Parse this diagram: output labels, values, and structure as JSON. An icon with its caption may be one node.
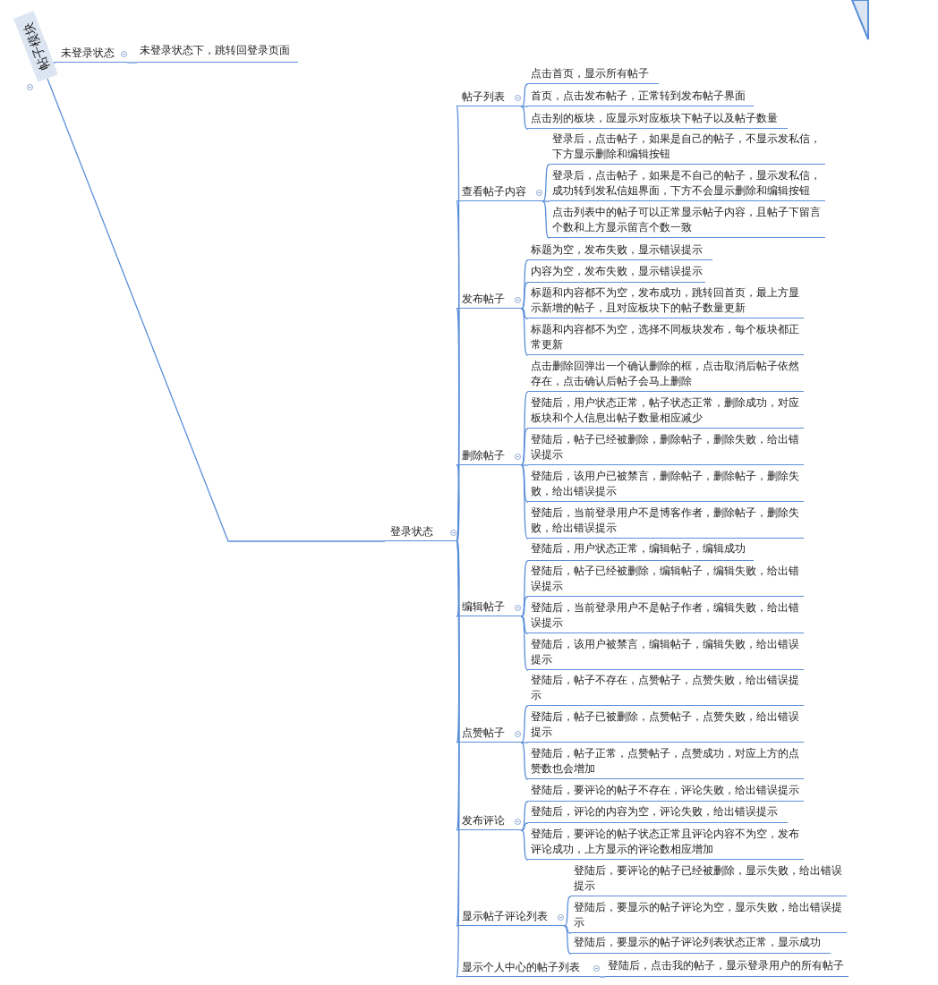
{
  "diagram": {
    "nodes": [
      {
        "text": [
          "帖子模块"
        ]
      },
      {
        "text": [
          "未登录状态"
        ]
      },
      {
        "text": [
          "未登录状态下，跳转回登录页面"
        ]
      },
      {
        "text": [
          "登录状态"
        ]
      },
      {
        "text": [
          "帖子列表"
        ]
      },
      {
        "text": [
          "点击首页，显示所有帖子"
        ]
      },
      {
        "text": [
          "首页，点击发布帖子，正常转到发布帖子界面"
        ]
      },
      {
        "text": [
          "点击别的板块，应显示对应板块下帖子以及帖子数量"
        ]
      },
      {
        "text": [
          "查看帖子内容"
        ]
      },
      {
        "text": [
          "登录后，点击帖子，如果是自己的帖子，不显示发私信，下方显示删除和编辑按钮"
        ]
      },
      {
        "text": [
          "登录后，点击帖子，如果是不自己的帖子，显示发私信，成功转到发私信姐界面，下方不会显示删除和编辑按钮"
        ]
      },
      {
        "text": [
          "点击列表中的帖子可以正常显示帖子内容，且帖子下留言个数和上方显示留言个数一致"
        ]
      },
      {
        "text": [
          "发布帖子"
        ]
      },
      {
        "text": [
          "标题为空，发布失败，显示错误提示"
        ]
      },
      {
        "text": [
          "内容为空，发布失败，显示错误提示"
        ]
      },
      {
        "text": [
          "标题和内容都不为空，发布成功，跳转回首页，最上方显示新增的帖子，且对应板块下的帖子数量更新"
        ]
      },
      {
        "text": [
          "标题和内容都不为空，选择不同板块发布，每个板块都正常更新"
        ]
      },
      {
        "text": [
          "删除帖子"
        ]
      },
      {
        "text": [
          "点击删除回弹出一个确认删除的框，点击取消后帖子依然存在，点击确认后帖子会马上删除"
        ]
      },
      {
        "text": [
          "登陆后，用户状态正常，帖子状态正常，删除成功，对应板块和个人信息出帖子数量相应减少"
        ]
      },
      {
        "text": [
          "登陆后，帖子已经被删除，删除帖子，删除失败，给出错误提示"
        ]
      },
      {
        "text": [
          "登陆后，该用户已被禁言，删除帖子，删除帖子，删除失败，给出错误提示"
        ]
      },
      {
        "text": [
          "登陆后，当前登录用户不是博客作者，删除帖子，删除失败，给出错误提示"
        ]
      },
      {
        "text": [
          "编辑帖子"
        ]
      },
      {
        "text": [
          "登陆后，用户状态正常，编辑帖子，编辑成功"
        ]
      },
      {
        "text": [
          "登陆后，帖子已经被删除，编辑帖子，编辑失败，给出错误提示"
        ]
      },
      {
        "text": [
          "登陆后，当前登录用户不是帖子作者，编辑失败，给出错误提示"
        ]
      },
      {
        "text": [
          "登陆后，该用户被禁言，编辑帖子，编辑失败，给出错误提示"
        ]
      },
      {
        "text": [
          "点赞帖子"
        ]
      },
      {
        "text": [
          "登陆后，帖子不存在，点赞帖子，点赞失败，给出错误提示"
        ]
      },
      {
        "text": [
          "登陆后，帖子已被删除，点赞帖子，点赞失败，给出错误提示"
        ]
      },
      {
        "text": [
          "登陆后，帖子正常，点赞帖子，点赞成功，对应上方的点赞数也会增加"
        ]
      },
      {
        "text": [
          "发布评论"
        ]
      },
      {
        "text": [
          "登陆后，要评论的帖子不存在，评论失败，给出错误提示"
        ]
      },
      {
        "text": [
          "登陆后，评论的内容为空，评论失败，给出错误提示"
        ]
      },
      {
        "text": [
          "登陆后，要评论的帖子状态正常且评论内容不为空，发布评论成功，上方显示的评论数相应增加"
        ]
      },
      {
        "text": [
          "显示帖子评论列表"
        ]
      },
      {
        "text": [
          "登陆后，要评论的帖子已经被删除，显示失败，给出错误提示"
        ]
      },
      {
        "text": [
          "登陆后，要显示的帖子评论为空，显示失败，给出错误提示"
        ]
      },
      {
        "text": [
          "登陆后，要显示的帖子评论列表状态正常，显示成功"
        ]
      },
      {
        "text": [
          "显示个人中心的帖子列表"
        ]
      },
      {
        "text": [
          "登陆后，点击我的帖子，显示登录用户的所有帖子"
        ]
      }
    ],
    "edges": [
      {
        "from": 0,
        "to": 1,
        "arrow": "none"
      },
      {
        "from": 1,
        "to": 2,
        "arrow": "none"
      },
      {
        "from": 0,
        "to": 3,
        "arrow": "none"
      },
      {
        "from": 3,
        "to": 4,
        "arrow": "none"
      },
      {
        "from": 4,
        "to": 5,
        "arrow": "none"
      },
      {
        "from": 4,
        "to": 6,
        "arrow": "none"
      },
      {
        "from": 4,
        "to": 7,
        "arrow": "none"
      },
      {
        "from": 3,
        "to": 8,
        "arrow": "none"
      },
      {
        "from": 8,
        "to": 9,
        "arrow": "none"
      },
      {
        "from": 8,
        "to": 10,
        "arrow": "none"
      },
      {
        "from": 8,
        "to": 11,
        "arrow": "none"
      },
      {
        "from": 3,
        "to": 12,
        "arrow": "none"
      },
      {
        "from": 12,
        "to": 13,
        "arrow": "none"
      },
      {
        "from": 12,
        "to": 14,
        "arrow": "none"
      },
      {
        "from": 12,
        "to": 15,
        "arrow": "none"
      },
      {
        "from": 12,
        "to": 16,
        "arrow": "none"
      },
      {
        "from": 3,
        "to": 17,
        "arrow": "none"
      },
      {
        "from": 17,
        "to": 18,
        "arrow": "none"
      },
      {
        "from": 17,
        "to": 19,
        "arrow": "none"
      },
      {
        "from": 17,
        "to": 20,
        "arrow": "none"
      },
      {
        "from": 17,
        "to": 21,
        "arrow": "none"
      },
      {
        "from": 17,
        "to": 22,
        "arrow": "none"
      },
      {
        "from": 3,
        "to": 23,
        "arrow": "none"
      },
      {
        "from": 23,
        "to": 24,
        "arrow": "none"
      },
      {
        "from": 23,
        "to": 25,
        "arrow": "none"
      },
      {
        "from": 23,
        "to": 26,
        "arrow": "none"
      },
      {
        "from": 23,
        "to": 27,
        "arrow": "none"
      },
      {
        "from": 3,
        "to": 28,
        "arrow": "none"
      },
      {
        "from": 28,
        "to": 29,
        "arrow": "none"
      },
      {
        "from": 28,
        "to": 30,
        "arrow": "none"
      },
      {
        "from": 28,
        "to": 31,
        "arrow": "none"
      },
      {
        "from": 3,
        "to": 32,
        "arrow": "none"
      },
      {
        "from": 32,
        "to": 33,
        "arrow": "none"
      },
      {
        "from": 32,
        "to": 34,
        "arrow": "none"
      },
      {
        "from": 32,
        "to": 35,
        "arrow": "none"
      },
      {
        "from": 3,
        "to": 36,
        "arrow": "none"
      },
      {
        "from": 36,
        "to": 37,
        "arrow": "none"
      },
      {
        "from": 36,
        "to": 38,
        "arrow": "none"
      },
      {
        "from": 36,
        "to": 39,
        "arrow": "none"
      },
      {
        "from": 3,
        "to": 40,
        "arrow": "none"
      },
      {
        "from": 40,
        "to": 41,
        "arrow": "none"
      }
    ]
  }
}
